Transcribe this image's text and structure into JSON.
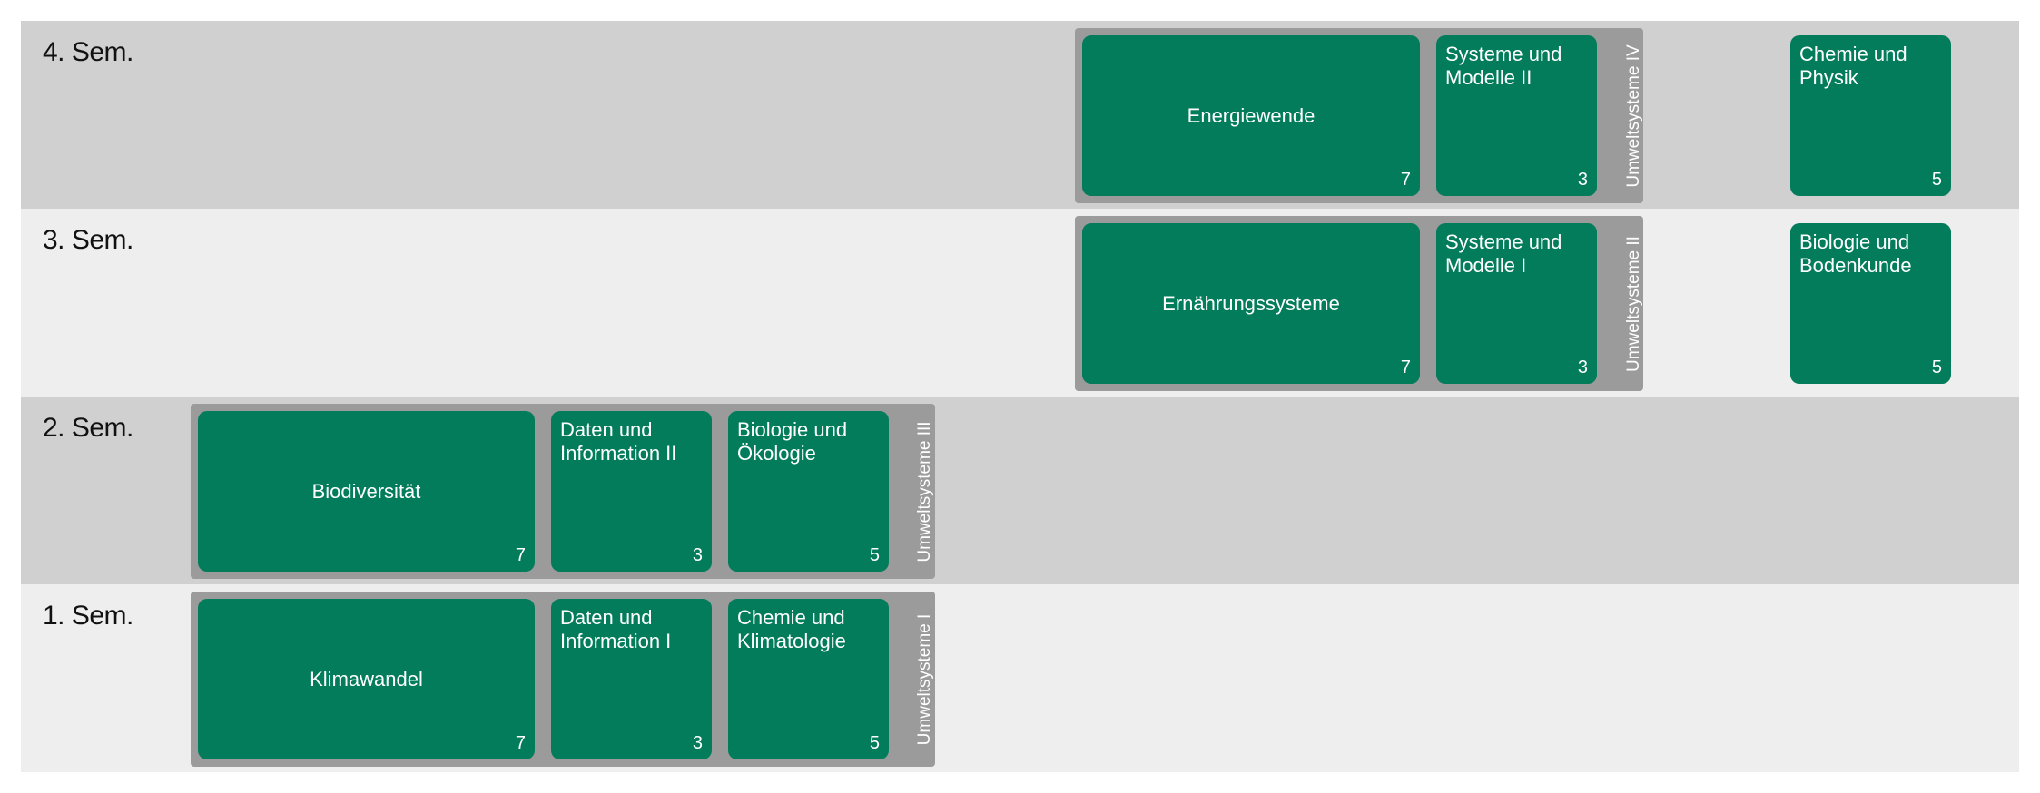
{
  "semesters": [
    {
      "label": "4. Sem."
    },
    {
      "label": "3. Sem."
    },
    {
      "label": "2. Sem."
    },
    {
      "label": "1. Sem."
    }
  ],
  "groups": {
    "s4": {
      "label": "Umweltsysteme IV"
    },
    "s3": {
      "label": "Umweltsysteme II"
    },
    "s2": {
      "label": "Umweltsysteme III"
    },
    "s1": {
      "label": "Umweltsysteme I"
    }
  },
  "modules": {
    "energiewende": {
      "name": "Energiewende",
      "credits": "7"
    },
    "systeme_modelle_2": {
      "name": "Systeme und\nModelle II",
      "credits": "3"
    },
    "chemie_physik": {
      "name": "Chemie und\nPhysik",
      "credits": "5"
    },
    "ernaehrungssysteme": {
      "name": "Ernährungssysteme",
      "credits": "7"
    },
    "systeme_modelle_1": {
      "name": "Systeme und\nModelle I",
      "credits": "3"
    },
    "biologie_bodenkunde": {
      "name": "Biologie und\nBodenkunde",
      "credits": "5"
    },
    "biodiversitaet": {
      "name": "Biodiversität",
      "credits": "7"
    },
    "daten_info_2": {
      "name": "Daten und\nInformation II",
      "credits": "3"
    },
    "biologie_oekologie": {
      "name": "Biologie und\nÖkologie",
      "credits": "5"
    },
    "klimawandel": {
      "name": "Klimawandel",
      "credits": "7"
    },
    "daten_info_1": {
      "name": "Daten und\nInformation I",
      "credits": "3"
    },
    "chemie_klimatologie": {
      "name": "Chemie und\nKlimatologie",
      "credits": "5"
    }
  }
}
